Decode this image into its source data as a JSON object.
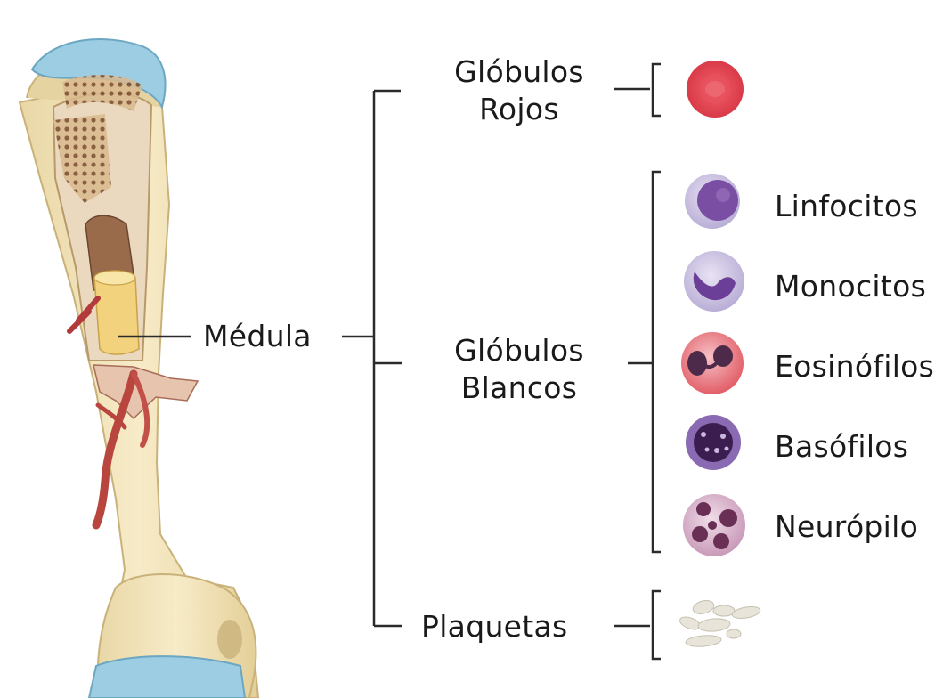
{
  "diagram": {
    "root": "Médula",
    "branches": {
      "red": {
        "line1": "Glóbulos",
        "line2": "Rojos"
      },
      "white": {
        "line1": "Glóbulos",
        "line2": "Blancos",
        "cells": [
          {
            "label": "Linfocitos",
            "icon": "lymphocyte-icon"
          },
          {
            "label": "Monocitos",
            "icon": "monocyte-icon"
          },
          {
            "label": "Eosinófilos",
            "icon": "eosinophil-icon"
          },
          {
            "label": "Basófilos",
            "icon": "basophil-icon"
          },
          {
            "label": "Neurópilo",
            "icon": "neutrophil-icon"
          }
        ]
      },
      "platelets": {
        "label": "Plaquetas",
        "icon": "platelets-icon"
      }
    },
    "colors": {
      "line": "#2b2b2b",
      "bone": "#f2e3b8",
      "cartilage": "#9ccde3",
      "red_cell": "#e04a55",
      "lymphocyte": "#7a4fa3",
      "eosinophil": "#e56a72",
      "basophil": "#6b3c8c"
    }
  }
}
